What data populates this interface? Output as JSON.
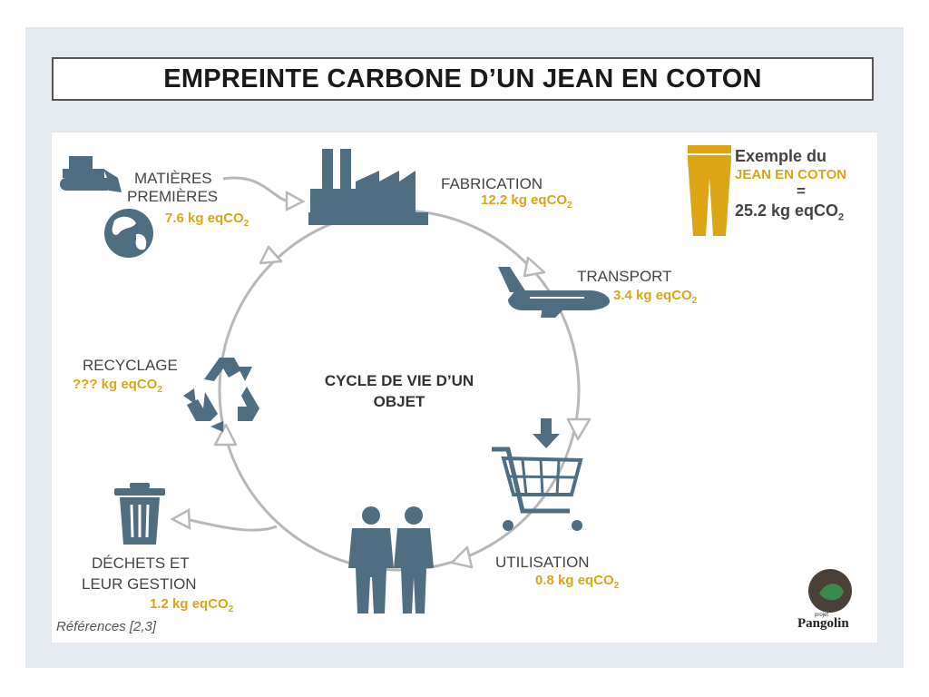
{
  "title": "EMPREINTE CARBONE D’UN JEAN EN COTON",
  "center_title": "CYCLE DE VIE D’UN OBJET",
  "stages": {
    "raw_materials": {
      "label_line1": "MATIÈRES",
      "label_line2": "PREMIÈRES",
      "value": "7.6 kg eqCO",
      "sub": "2"
    },
    "manufacturing": {
      "label": "FABRICATION",
      "value": "12.2 kg eqCO",
      "sub": "2"
    },
    "transport": {
      "label": "TRANSPORT",
      "value": "3.4 kg eqCO",
      "sub": "2"
    },
    "usage": {
      "label": "UTILISATION",
      "value": "0.8 kg eqCO",
      "sub": "2"
    },
    "waste": {
      "label_line1": "DÉCHETS ET",
      "label_line2": "LEUR GESTION",
      "value": "1.2 kg eqCO",
      "sub": "2"
    },
    "recycling": {
      "label": "RECYCLAGE",
      "value": "??? kg eqCO",
      "sub": "2"
    }
  },
  "example": {
    "line1": "Exemple du",
    "accent": "JEAN EN COTON",
    "equals": "=",
    "total": "25.2 kg eqCO",
    "sub": "2"
  },
  "references": "Références [2,3]",
  "logo": {
    "small": "projet",
    "name": "Pangolin"
  },
  "colors": {
    "icon": "#4f6e82",
    "accent": "#dba516",
    "cycle": "#b8b8b8",
    "frame": "#e3e9ef"
  },
  "icons": [
    "bulldozer-icon",
    "globe-icon",
    "factory-icon",
    "airplane-icon",
    "shopping-cart-icon",
    "people-icon",
    "trash-bin-icon",
    "recycle-icon",
    "jeans-icon",
    "pangolin-logo-icon"
  ]
}
